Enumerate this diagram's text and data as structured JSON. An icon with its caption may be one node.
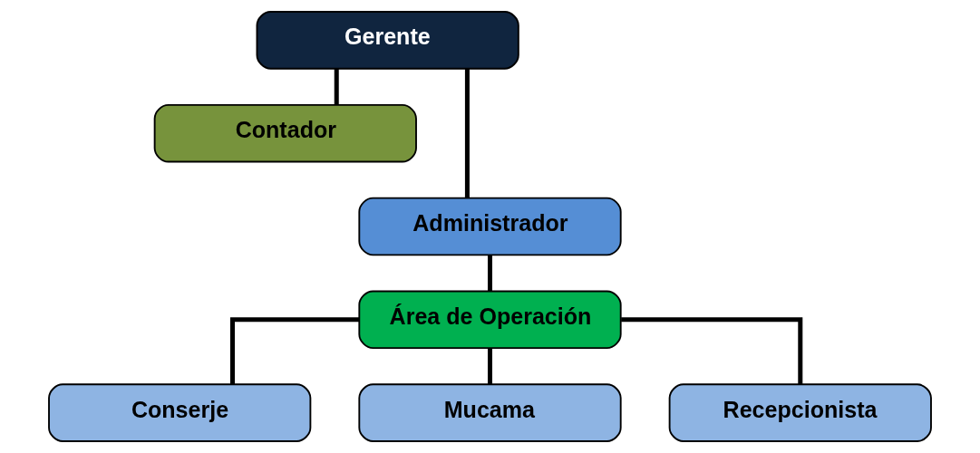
{
  "diagram": {
    "nodes": [
      {
        "text": [
          "Gerente"
        ]
      },
      {
        "text": [
          "Contador"
        ]
      },
      {
        "text": [
          "Administrador"
        ]
      },
      {
        "text": [
          "Área de Operación"
        ]
      },
      {
        "text": [
          "Conserje"
        ]
      },
      {
        "text": [
          "Mucama"
        ]
      },
      {
        "text": [
          "Recepcionista"
        ]
      }
    ],
    "edges": [
      {
        "from": 0,
        "to": 1,
        "arrow": "none"
      },
      {
        "from": 0,
        "to": 2,
        "arrow": "none"
      },
      {
        "from": 2,
        "to": 3,
        "arrow": "none"
      },
      {
        "from": 3,
        "to": 4,
        "arrow": "none"
      },
      {
        "from": 3,
        "to": 5,
        "arrow": "none"
      },
      {
        "from": 3,
        "to": 6,
        "arrow": "none"
      }
    ]
  }
}
